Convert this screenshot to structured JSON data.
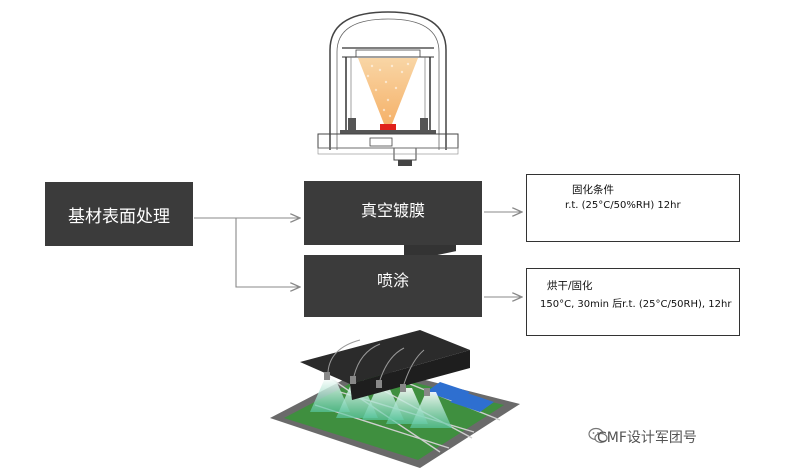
{
  "steps": {
    "substrate": "基材表面处理",
    "vacuum": "真空镀膜",
    "spray": "喷涂"
  },
  "conditions": {
    "vacuum": {
      "title": "固化条件",
      "text": "r.t. (25°C/50%RH) 12hr"
    },
    "spray": {
      "title": "烘干/固化",
      "text": "150°C, 30min 后r.t. (25°C/50RH), 12hr"
    }
  },
  "watermark": {
    "icon": "wechat-icon",
    "text": "CMF设计军团号"
  },
  "colors": {
    "box_dark": "#3b3b3b",
    "arrow": "#888888",
    "plume": "#f5b86a",
    "spray_mist": "#7fd4b8",
    "machine": "#2b2b2b"
  }
}
